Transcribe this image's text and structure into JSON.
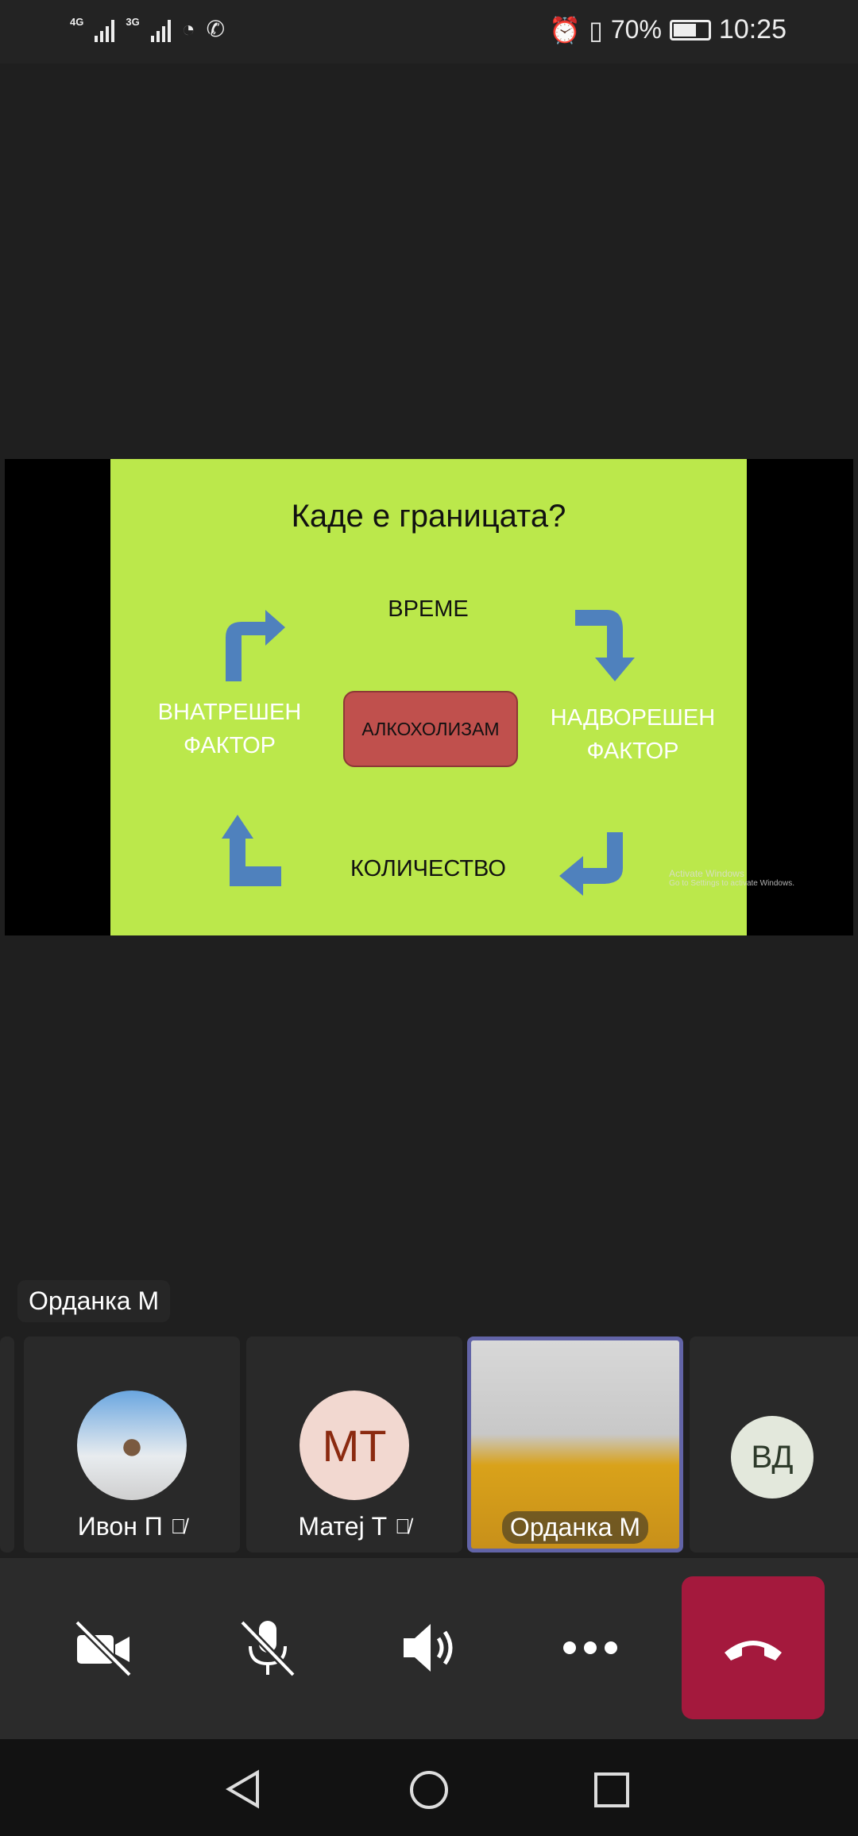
{
  "status_bar": {
    "network1": "4G",
    "network2": "3G",
    "battery": "70%",
    "battery_level": 0.7,
    "time": "10:25"
  },
  "slide": {
    "title": "Каде е границата?",
    "top": "ВРЕМЕ",
    "left_line1": "ВНАТРЕШЕН",
    "left_line2": "ФАКТОР",
    "right_line1": "НАДВОРЕШЕН",
    "right_line2": "ФАКТОР",
    "center": "АЛКОХОЛИЗАМ",
    "bottom": "КОЛИЧЕСТВО",
    "watermark1": "Activate Windows",
    "watermark2": "Go to Settings to activate Windows."
  },
  "active_speaker": "Орданка М",
  "participants": [
    {
      "name": "Ивон П",
      "muted": true
    },
    {
      "name": "Матеј Т",
      "initials": "МТ",
      "muted": true
    },
    {
      "name": "Орданка М",
      "video": true
    },
    {
      "initials": "ВД"
    }
  ],
  "colors": {
    "accent": "#6264a7",
    "hangup": "#a4193d",
    "slide_bg": "#bbe84b",
    "arrow": "#4f81bd"
  }
}
